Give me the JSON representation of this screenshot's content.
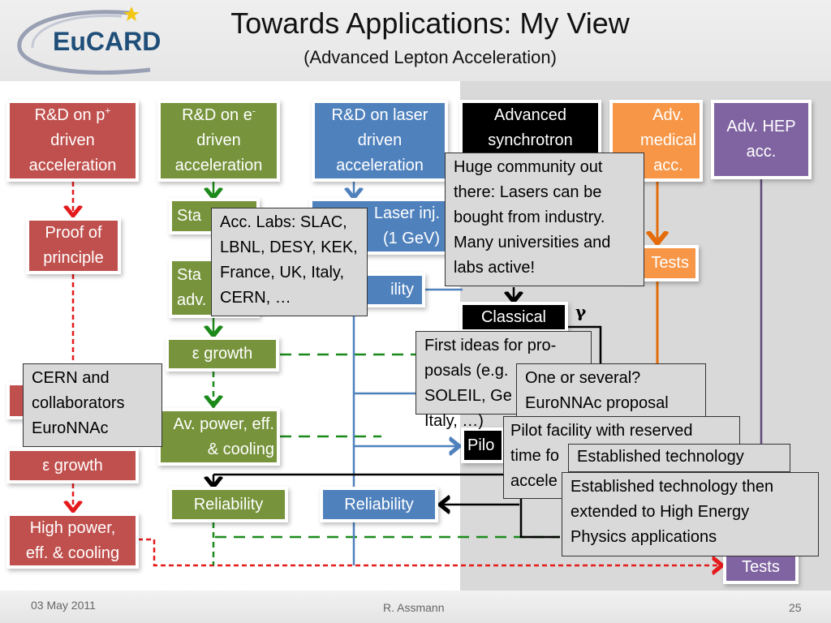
{
  "header": {
    "logo_text": "EuCARD",
    "title": "Towards Applications: My View",
    "subtitle": "(Advanced Lepton Acceleration)"
  },
  "columns": {
    "p_driven": {
      "line1": "R&D on  p",
      "sup": "+",
      "line2": "driven",
      "line3": "acceleration"
    },
    "e_driven": {
      "line1": "R&D on e",
      "sup": "-",
      "line2": "driven",
      "line3": "acceleration"
    },
    "laser_driven": {
      "line1": "R&D on laser",
      "line2": "driven",
      "line3": "acceleration"
    },
    "synchrotron": {
      "line1": "Advanced",
      "line2": "synchrotron"
    },
    "medical": {
      "line1": "Adv.",
      "line2": "medical",
      "line3": "acc."
    },
    "hep": {
      "line1": "Adv. HEP",
      "line2": "acc."
    }
  },
  "boxes": {
    "proof_of_principle": {
      "line1": "Proof of",
      "line2": "principle"
    },
    "p_eps_growth": "ε growth",
    "p_high_power": {
      "line1": "High power,",
      "line2": "eff. & cooling"
    },
    "e_staging": "Sta",
    "e_staging_adv": {
      "line1": "Sta",
      "line2": "adv."
    },
    "e_eps_growth": "ε growth",
    "e_av_power": {
      "line1": "Av. power, eff.",
      "line2": "& cooling"
    },
    "e_reliability": "Reliability",
    "laser_inj": {
      "line1": "Laser inj.",
      "line2": "(1 GeV)"
    },
    "laser_stability": "ility",
    "laser_reliability": "Reliability",
    "classical": "Classical",
    "gamma": "γ",
    "pilot": "Pilo",
    "medical_tests": "Tests",
    "hep_tests": "Tests"
  },
  "callouts": {
    "acc_labs": [
      "Acc. Labs: SLAC,",
      "LBNL, DESY, KEK,",
      "France, UK, Italy,",
      "CERN, …"
    ],
    "huge_community": [
      "Huge community out",
      "there: Lasers can be",
      "bought from industry.",
      "Many universities and",
      "labs active!"
    ],
    "first_ideas": [
      "First ideas for pro-",
      "posals (e.g.",
      "SOLEIL, Ge",
      "Italy, …)"
    ],
    "cern_collab": [
      "CERN and",
      "collaborators",
      "EuroNNAc"
    ],
    "one_or_several": [
      "One or several?",
      "EuroNNAc proposal"
    ],
    "pilot_facility": [
      "Pilot facility with reserved",
      "time fo",
      "accele"
    ],
    "established_medical": [
      "Established technology"
    ],
    "established_hep": [
      "Established technology then",
      "extended to High Energy",
      "Physics applications"
    ]
  },
  "footer": {
    "date": "03 May 2011",
    "author": "R. Assmann",
    "page": "25"
  },
  "colors": {
    "red": "#c0504d",
    "green": "#77933c",
    "blue": "#4f81bd",
    "black": "#000000",
    "orange": "#f79646",
    "purple": "#8064a2",
    "callout": "#d9d9d9"
  }
}
